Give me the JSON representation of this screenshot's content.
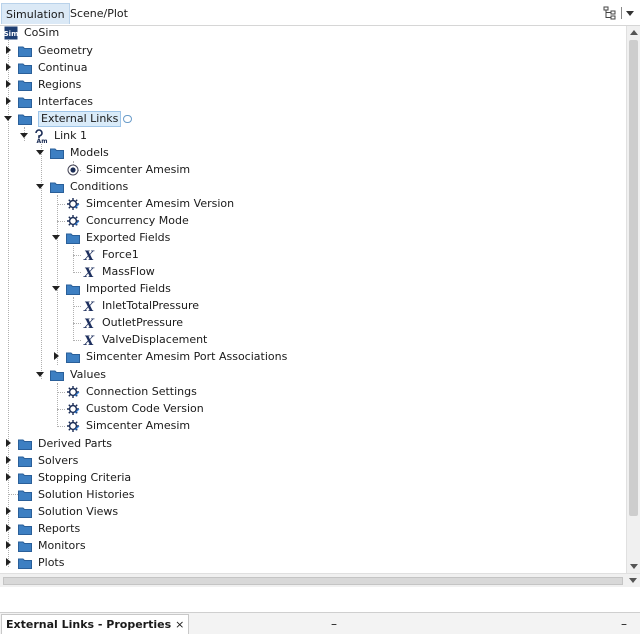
{
  "tabs": [
    {
      "label": "Simulation"
    },
    {
      "label": "Scene/Plot"
    }
  ],
  "toolbar": {
    "tree_view_icon": "hierarchy-icon",
    "dropdown_icon": "chevron-down-icon"
  },
  "tree": {
    "root": {
      "label": "CoSim",
      "icon": "sim-file-icon"
    },
    "geometry": {
      "label": "Geometry"
    },
    "continua": {
      "label": "Continua"
    },
    "regions": {
      "label": "Regions"
    },
    "interfaces": {
      "label": "Interfaces"
    },
    "external_links": {
      "label": "External Links"
    },
    "link1": {
      "label": "Link 1"
    },
    "models": {
      "label": "Models"
    },
    "model_simcenter": {
      "label": "Simcenter Amesim"
    },
    "conditions": {
      "label": "Conditions"
    },
    "cond_version": {
      "label": "Simcenter Amesim Version"
    },
    "cond_concurrency": {
      "label": "Concurrency Mode"
    },
    "exported_fields": {
      "label": "Exported Fields"
    },
    "exp_force": {
      "label": "Force1"
    },
    "exp_massflow": {
      "label": "MassFlow"
    },
    "imported_fields": {
      "label": "Imported Fields"
    },
    "imp_inlet": {
      "label": "InletTotalPressure"
    },
    "imp_outlet": {
      "label": "OutletPressure"
    },
    "imp_valve": {
      "label": "ValveDisplacement"
    },
    "port_assoc": {
      "label": "Simcenter Amesim Port Associations"
    },
    "values": {
      "label": "Values"
    },
    "val_connection": {
      "label": "Connection Settings"
    },
    "val_custom": {
      "label": "Custom Code Version"
    },
    "val_simcenter": {
      "label": "Simcenter Amesim"
    },
    "derived_parts": {
      "label": "Derived Parts"
    },
    "solvers": {
      "label": "Solvers"
    },
    "stopping_criteria": {
      "label": "Stopping Criteria"
    },
    "solution_histories": {
      "label": "Solution Histories"
    },
    "solution_views": {
      "label": "Solution Views"
    },
    "reports": {
      "label": "Reports"
    },
    "monitors": {
      "label": "Monitors"
    },
    "plots": {
      "label": "Plots"
    }
  },
  "properties": {
    "tab_label": "External Links - Properties",
    "close_glyph": "×",
    "minimize_glyph": "–"
  },
  "colors": {
    "folder": "#3d7fc2",
    "selection": "#d9ebf9",
    "x_symbol": "#1d2f5e"
  }
}
